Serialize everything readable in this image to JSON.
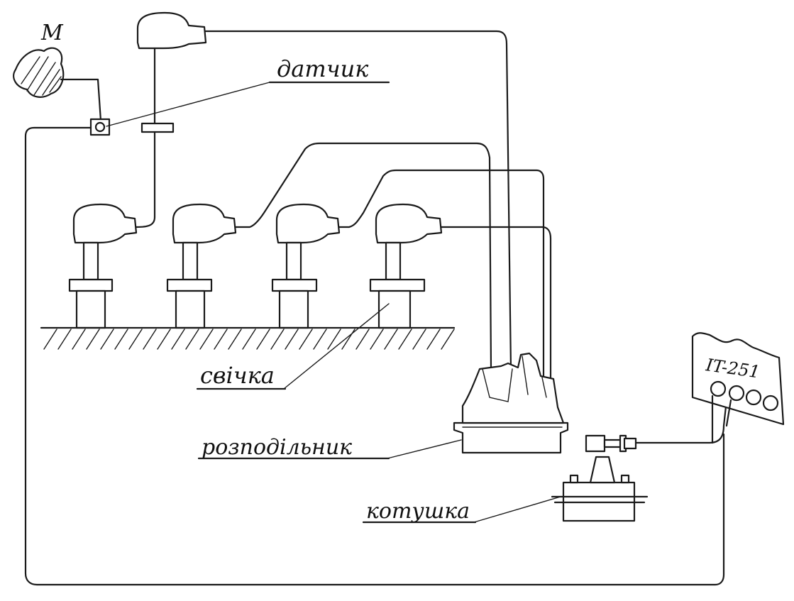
{
  "labels": {
    "motor": "М",
    "sensor": "датчик",
    "spark_plug": "свічка",
    "distributor": "розподільник",
    "coil": "котушка",
    "instrument": "IT-251"
  },
  "colors": {
    "ink": "#1a1a1a",
    "paper": "#ffffff"
  }
}
